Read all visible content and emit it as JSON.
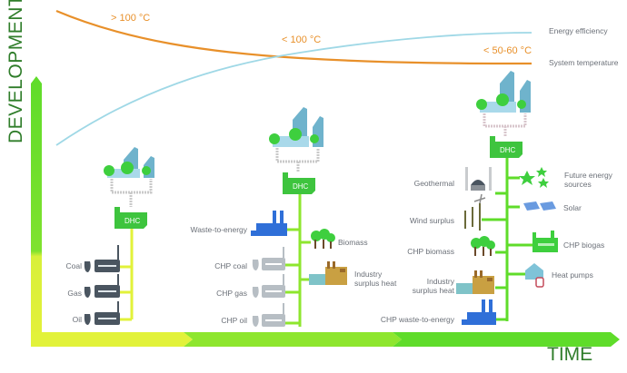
{
  "axes": {
    "y_label": "DEVELOPMENT",
    "x_label": "TIME"
  },
  "legend": [
    {
      "label": "Energy efficiency",
      "color": "#9fd8e6"
    },
    {
      "label": "System temperature",
      "color": "#e8902a"
    }
  ],
  "temperature_labels": [
    "> 100 °C",
    "< 100 °C",
    "< 50-60 °C"
  ],
  "generations": [
    {
      "hub_label": "DHC",
      "left_sources": [
        {
          "label": "Coal",
          "icon": "fossil-plant-icon"
        },
        {
          "label": "Gas",
          "icon": "fossil-plant-icon"
        },
        {
          "label": "Oil",
          "icon": "fossil-plant-icon"
        }
      ],
      "right_sources": []
    },
    {
      "hub_label": "DHC",
      "left_sources": [
        {
          "label": "Waste-to-energy",
          "icon": "waste-plant-icon"
        },
        {
          "label": "CHP coal",
          "icon": "chp-plant-icon"
        },
        {
          "label": "CHP gas",
          "icon": "chp-plant-icon"
        },
        {
          "label": "CHP oil",
          "icon": "chp-plant-icon"
        }
      ],
      "right_sources": [
        {
          "label": "Biomass",
          "icon": "trees-icon"
        },
        {
          "label_line1": "Industry",
          "label_line2": "surplus heat",
          "icon": "factory-icon"
        }
      ]
    },
    {
      "hub_label": "DHC",
      "left_sources": [
        {
          "label": "Geothermal",
          "icon": "geothermal-icon"
        },
        {
          "label": "Wind surplus",
          "icon": "wind-turbine-icon"
        },
        {
          "label": "CHP biomass",
          "icon": "trees-icon"
        },
        {
          "label_line1": "Industry",
          "label_line2": "surplus heat",
          "icon": "factory-icon"
        },
        {
          "label": "CHP waste-to-energy",
          "icon": "waste-plant-icon"
        }
      ],
      "right_sources": [
        {
          "label_line1": "Future energy",
          "label_line2": "sources",
          "icon": "stars-icon"
        },
        {
          "label": "Solar",
          "icon": "solar-panel-icon"
        },
        {
          "label": "CHP biogas",
          "icon": "biogas-plant-icon"
        },
        {
          "label": "Heat pumps",
          "icon": "heat-pump-icon"
        }
      ]
    }
  ],
  "colors": {
    "gen1": "#e2f23a",
    "gen2": "#8ee62e",
    "gen3": "#5fdc2a",
    "axis_text": "#2f7d2a",
    "temperature": "#e8902a",
    "efficiency": "#9fd8e6"
  }
}
